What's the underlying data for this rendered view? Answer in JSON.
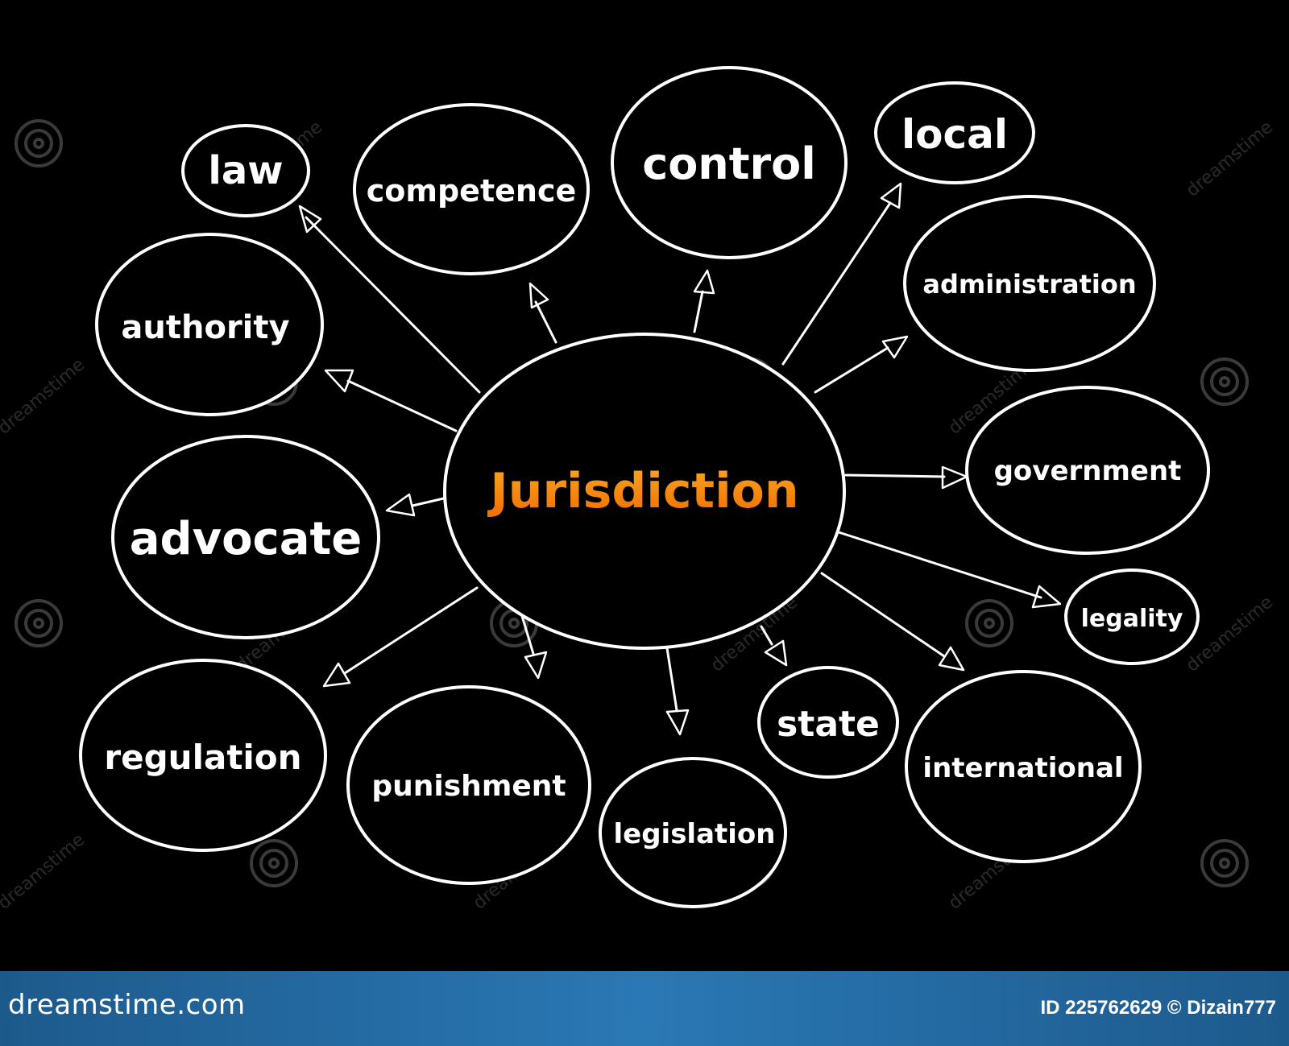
{
  "diagram": {
    "center_label": "Jurisdiction",
    "nodes": [
      "law",
      "competence",
      "control",
      "local",
      "administration",
      "authority",
      "government",
      "advocate",
      "legality",
      "regulation",
      "punishment",
      "legislation",
      "state",
      "international"
    ]
  },
  "watermark": {
    "text": "dreamstime"
  },
  "footer": {
    "brand": "dreamstime.com",
    "id_label": "ID 225762629",
    "copyright_symbol": "©",
    "author": "Dizain777"
  },
  "colors": {
    "background": "#000000",
    "ink": "#ffffff",
    "center_gradient_top": "#f9a825",
    "center_gradient_bottom": "#ef6c00",
    "footer_bar": "#2a78b5"
  }
}
